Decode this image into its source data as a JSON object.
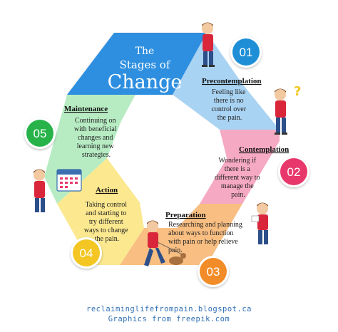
{
  "title": {
    "line1": "The",
    "line2": "Stages of",
    "line3": "Change"
  },
  "stages": [
    {
      "number": "01",
      "title": "Precontemplation",
      "desc": [
        "Feeling like",
        "there is no",
        "control over",
        "the pain."
      ],
      "color": "#a9d3f2",
      "badge_color": "#1e8fd6"
    },
    {
      "number": "02",
      "title": "Contemplation",
      "desc": [
        "Wondering if",
        "there is a",
        "different way to",
        "manage the",
        "pain."
      ],
      "color": "#f6a9c2",
      "badge_color": "#e8386b"
    },
    {
      "number": "03",
      "title": "Preparation",
      "desc": [
        "Researching and planning",
        "about ways to function",
        "with pain or help relieve",
        "pain."
      ],
      "color": "#f9be82",
      "badge_color": "#f28c28"
    },
    {
      "number": "04",
      "title": "Action",
      "desc": [
        "Taking control",
        "and starting to",
        "try different",
        "ways to change",
        "the pain."
      ],
      "color": "#fbe88f",
      "badge_color": "#f3c623"
    },
    {
      "number": "05",
      "title": "Maintenance",
      "desc": [
        "Continuing on",
        "with beneficial",
        "changes and",
        "learning new",
        "strategies."
      ],
      "color": "#b7ecc3",
      "badge_color": "#27b34a"
    }
  ],
  "title_segment_color": "#2f8fe0",
  "footer": {
    "line1": "reclaiminglifefrompain.blogspot.ca",
    "line2": "Graphics from freepik.com"
  }
}
